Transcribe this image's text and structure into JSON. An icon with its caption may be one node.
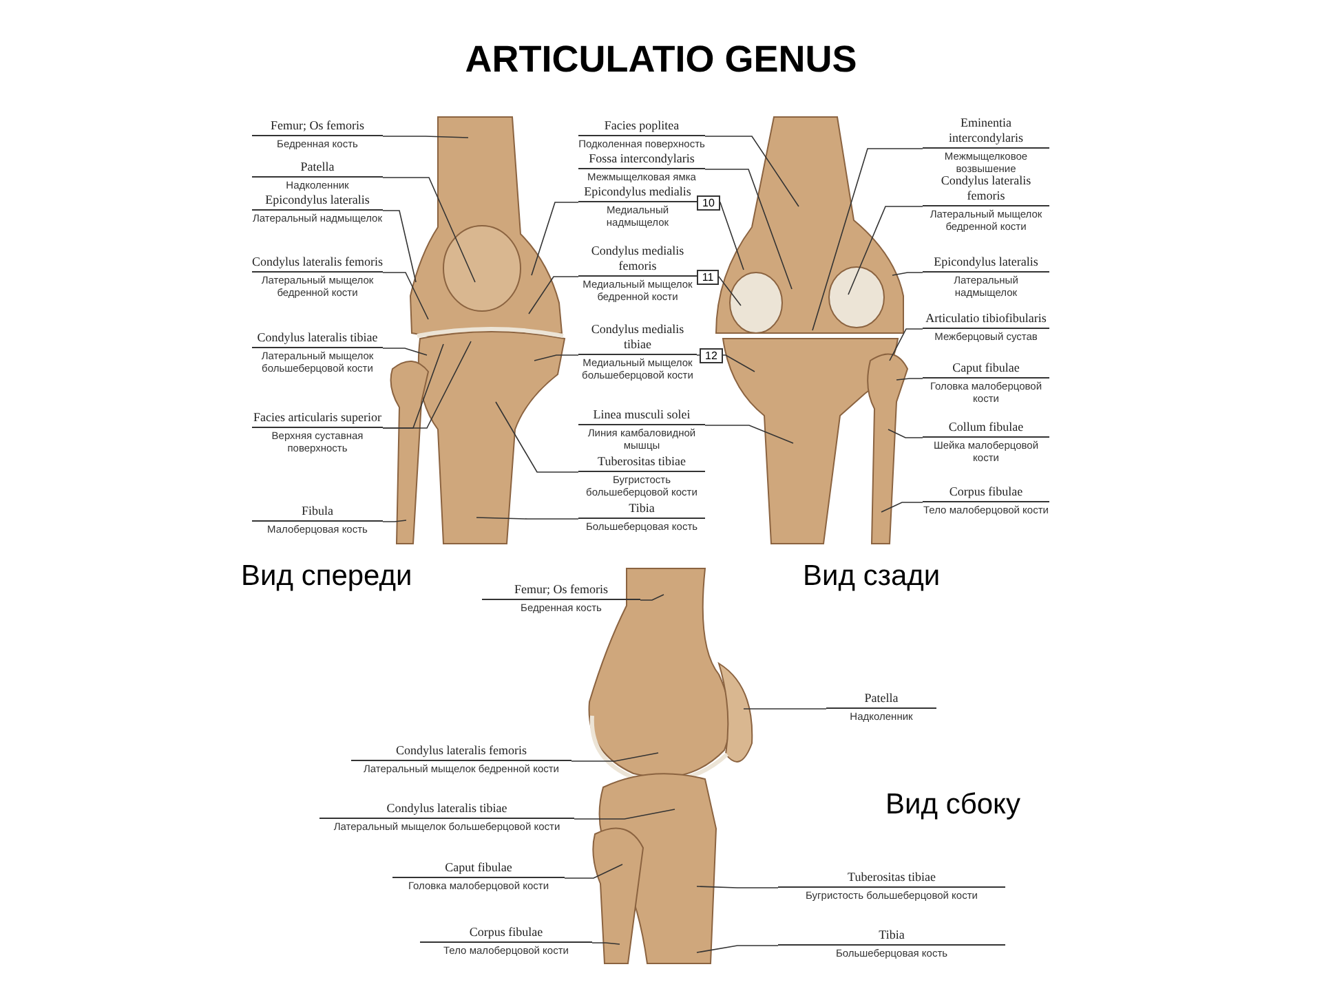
{
  "diagram": {
    "title": "ARTICULATIO GENUS",
    "nodes": [
      {
        "text": [
          "Femur; Os femoris",
          "Бедренная кость"
        ]
      },
      {
        "text": [
          "Patella",
          "Надколенник"
        ]
      },
      {
        "text": [
          "Epicondylus lateralis",
          "Латеральный надмыщелок"
        ]
      },
      {
        "text": [
          "Condylus lateralis femoris",
          "Латеральный мыщелок бедренной кости"
        ]
      },
      {
        "text": [
          "Condylus lateralis tibiae",
          "Латеральный мыщелок большеберцовой кости"
        ]
      },
      {
        "text": [
          "Facies articularis superior",
          "Верхняя суставная поверхность"
        ]
      },
      {
        "text": [
          "Fibula",
          "Малоберцовая кость"
        ]
      },
      {
        "text": [
          "Facies poplitea",
          "Подколенная поверхность"
        ]
      },
      {
        "text": [
          "Fossa intercondylaris",
          "Межмыщелковая ямка"
        ]
      },
      {
        "text": [
          "Epicondylus medialis",
          "Медиальный надмыщелок"
        ]
      },
      {
        "text": [
          "Condylus medialis femoris",
          "Медиальный мыщелок бедренной кости"
        ]
      },
      {
        "text": [
          "Condylus medialis tibiae",
          "Медиальный мыщелок большеберцовой кости"
        ]
      },
      {
        "text": [
          "Linea musculi solei",
          "Линия камбаловидной мышцы"
        ]
      },
      {
        "text": [
          "Tuberositas tibiae",
          "Бугристость большеберцовой кости"
        ]
      },
      {
        "text": [
          "Tibia",
          "Большеберцовая кость"
        ]
      },
      {
        "text": [
          "Eminentia intercondylaris",
          "Межмыщелковое возвышение"
        ]
      },
      {
        "text": [
          "Condylus lateralis femoris",
          "Латеральный мыщелок бедренной кости"
        ]
      },
      {
        "text": [
          "Epicondylus lateralis",
          "Латеральный надмыщелок"
        ]
      },
      {
        "text": [
          "Articulatio tibiofibularis",
          "Межберцовый сустав"
        ]
      },
      {
        "text": [
          "Caput fibulae",
          "Головка малоберцовой кости"
        ]
      },
      {
        "text": [
          "Collum fibulae",
          "Шейка малоберцовой кости"
        ]
      },
      {
        "text": [
          "Corpus fibulae",
          "Тело малоберцовой кости"
        ]
      },
      {
        "text": [
          "Femur; Os femoris",
          "Бедренная кость"
        ]
      },
      {
        "text": [
          "Patella",
          "Надколенник"
        ]
      },
      {
        "text": [
          "Condylus lateralis femoris",
          "Латеральный мыщелок бедренной кости"
        ]
      },
      {
        "text": [
          "Condylus lateralis tibiae",
          "Латеральный мыщелок большеберцовой кости"
        ]
      },
      {
        "text": [
          "Caput fibulae",
          "Головка малоберцовой кости"
        ]
      },
      {
        "text": [
          "Tuberositas tibiae",
          "Бугристость большеберцовой кости"
        ]
      },
      {
        "text": [
          "Corpus fibulae",
          "Тело малоберцовой кости"
        ]
      },
      {
        "text": [
          "Tibia",
          "Большеберцовая кость"
        ]
      }
    ],
    "edges": [
      {
        "from": 0,
        "to": null,
        "arrow": "none"
      },
      {
        "from": 1,
        "to": null,
        "arrow": "none"
      },
      {
        "from": 2,
        "to": null,
        "arrow": "none"
      },
      {
        "from": 3,
        "to": null,
        "arrow": "none"
      },
      {
        "from": 4,
        "to": null,
        "arrow": "none"
      },
      {
        "from": 5,
        "to": null,
        "arrow": "none"
      },
      {
        "from": 5,
        "to": null,
        "arrow": "none"
      },
      {
        "from": 6,
        "to": null,
        "arrow": "none"
      },
      {
        "from": 7,
        "to": null,
        "arrow": "none"
      },
      {
        "from": 8,
        "to": null,
        "arrow": "none"
      },
      {
        "from": 9,
        "to": null,
        "arrow": "none"
      },
      {
        "from": 9,
        "to": null,
        "arrow": "none"
      },
      {
        "from": 10,
        "to": null,
        "arrow": "none"
      },
      {
        "from": 10,
        "to": null,
        "arrow": "none"
      },
      {
        "from": 11,
        "to": null,
        "arrow": "none"
      },
      {
        "from": 11,
        "to": null,
        "arrow": "none"
      },
      {
        "from": 12,
        "to": null,
        "arrow": "none"
      },
      {
        "from": 13,
        "to": null,
        "arrow": "none"
      },
      {
        "from": 14,
        "to": null,
        "arrow": "none"
      },
      {
        "from": 15,
        "to": null,
        "arrow": "none"
      },
      {
        "from": 16,
        "to": null,
        "arrow": "none"
      },
      {
        "from": 17,
        "to": null,
        "arrow": "none"
      },
      {
        "from": 18,
        "to": null,
        "arrow": "none"
      },
      {
        "from": 19,
        "to": null,
        "arrow": "none"
      },
      {
        "from": 20,
        "to": null,
        "arrow": "none"
      },
      {
        "from": 21,
        "to": null,
        "arrow": "none"
      },
      {
        "from": 22,
        "to": null,
        "arrow": "none"
      },
      {
        "from": 23,
        "to": null,
        "arrow": "none"
      },
      {
        "from": 24,
        "to": null,
        "arrow": "none"
      },
      {
        "from": 25,
        "to": null,
        "arrow": "none"
      },
      {
        "from": 26,
        "to": null,
        "arrow": "none"
      },
      {
        "from": 27,
        "to": null,
        "arrow": "none"
      },
      {
        "from": 28,
        "to": null,
        "arrow": "none"
      },
      {
        "from": 29,
        "to": null,
        "arrow": "none"
      }
    ],
    "labels": [
      "Вид спереди",
      "Вид сзади",
      "Вид сбоку",
      "10",
      "11",
      "12"
    ]
  }
}
